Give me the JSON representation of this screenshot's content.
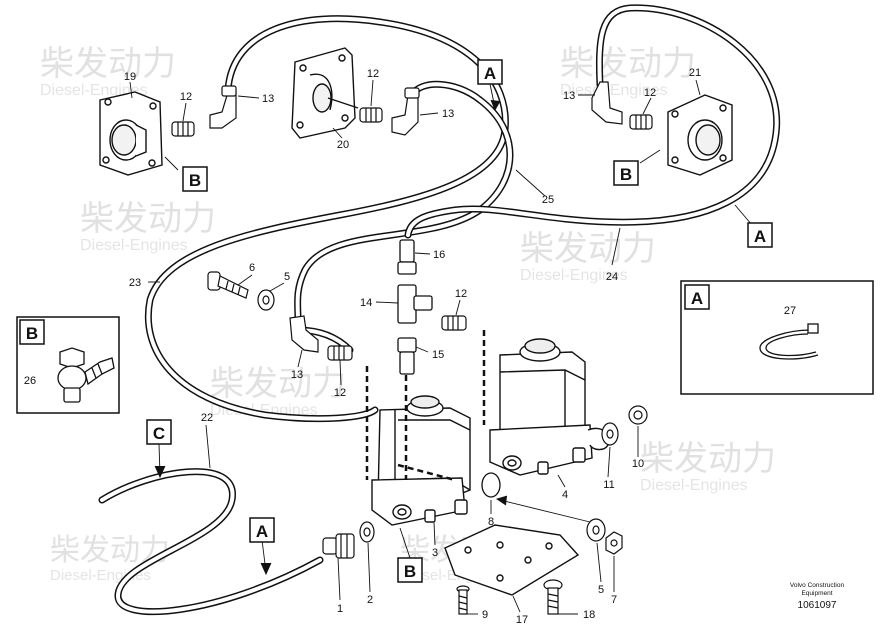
{
  "watermark": {
    "brand": "柴发动力",
    "sub": "Diesel-Engines"
  },
  "callouts": {
    "n1": "1",
    "n2": "2",
    "n3": "3",
    "n4": "4",
    "n5a": "5",
    "n5b": "5",
    "n6": "6",
    "n7": "7",
    "n8": "8",
    "n9": "9",
    "n10": "10",
    "n11": "11",
    "n12a": "12",
    "n12b": "12",
    "n12c": "12",
    "n12d": "12",
    "n12e": "12",
    "n13a": "13",
    "n13b": "13",
    "n13c": "13",
    "n13d": "13",
    "n14": "14",
    "n15": "15",
    "n16": "16",
    "n17": "17",
    "n18": "18",
    "n19": "19",
    "n20": "20",
    "n21": "21",
    "n22": "22",
    "n23": "23",
    "n24": "24",
    "n25": "25",
    "n26": "26",
    "n27": "27"
  },
  "section_labels": {
    "a1": "A",
    "a2": "A",
    "a3": "A",
    "a_inset": "A",
    "b1": "B",
    "b2": "B",
    "b3": "B",
    "b_inset": "B",
    "c1": "C"
  },
  "footer": {
    "line1": "Volvo Construction",
    "line2": "Equipment",
    "part_number": "1061097"
  }
}
